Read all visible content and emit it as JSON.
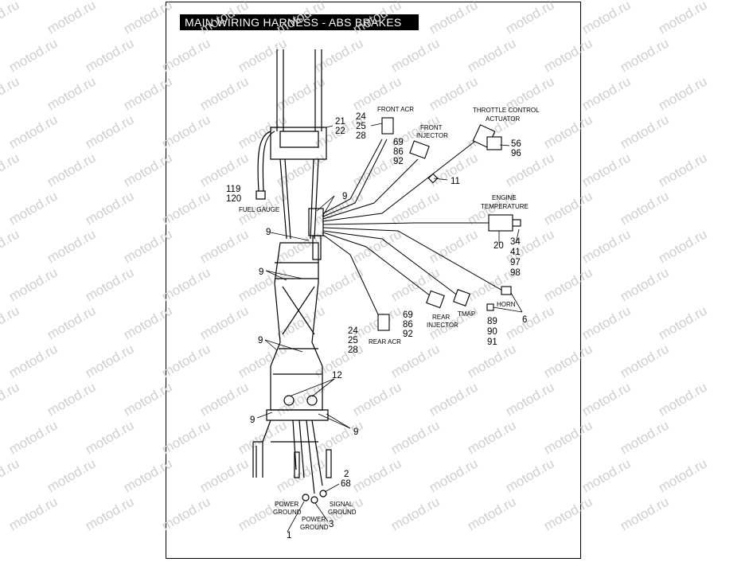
{
  "title": "MAIN WIRING  HARNESS - ABS BRAKES",
  "watermark": "motod.ru",
  "callouts": {
    "frontAcr": {
      "label": "FRONT ACR",
      "parts": [
        "24",
        "25",
        "28"
      ]
    },
    "frontInjector": {
      "label_line1": "FRONT",
      "label_line2": "INJECTOR",
      "parts": [
        "69",
        "86",
        "92"
      ]
    },
    "throttle": {
      "label_line1": "THROTTLE CONTROL",
      "label_line2": "ACTUATOR",
      "parts": [
        "56",
        "96"
      ]
    },
    "engineTemp": {
      "label_line1": "ENGINE",
      "label_line2": "TEMPERATURE",
      "parts": [
        "20",
        "34",
        "41",
        "97",
        "98"
      ]
    },
    "fuelGauge": {
      "label": "FUEL GAUGE",
      "parts": [
        "119",
        "120"
      ]
    },
    "harness": {
      "parts": [
        "21",
        "22"
      ]
    },
    "part11": "11",
    "clips": "9",
    "part12": "12",
    "horn": {
      "label": "HORN",
      "part": "6"
    },
    "rearInjector": {
      "label_line1": "REAR",
      "label_line2": "INJECTOR",
      "parts": [
        "69",
        "86",
        "92"
      ]
    },
    "tmap": {
      "label": "TMAP",
      "parts": [
        "89",
        "90",
        "91"
      ]
    },
    "rearAcr": {
      "label": "REAR ACR",
      "parts": [
        "24",
        "25",
        "28"
      ]
    },
    "parts268": [
      "2",
      "68"
    ],
    "powerGround1": {
      "label_line1": "POWER",
      "label_line2": "GROUND",
      "part": "1"
    },
    "powerGround2": {
      "label_line1": "POWER",
      "label_line2": "GROUND",
      "part": "3"
    },
    "signalGround": {
      "label_line1": "SIGNAL",
      "label_line2": "GROUND"
    }
  }
}
